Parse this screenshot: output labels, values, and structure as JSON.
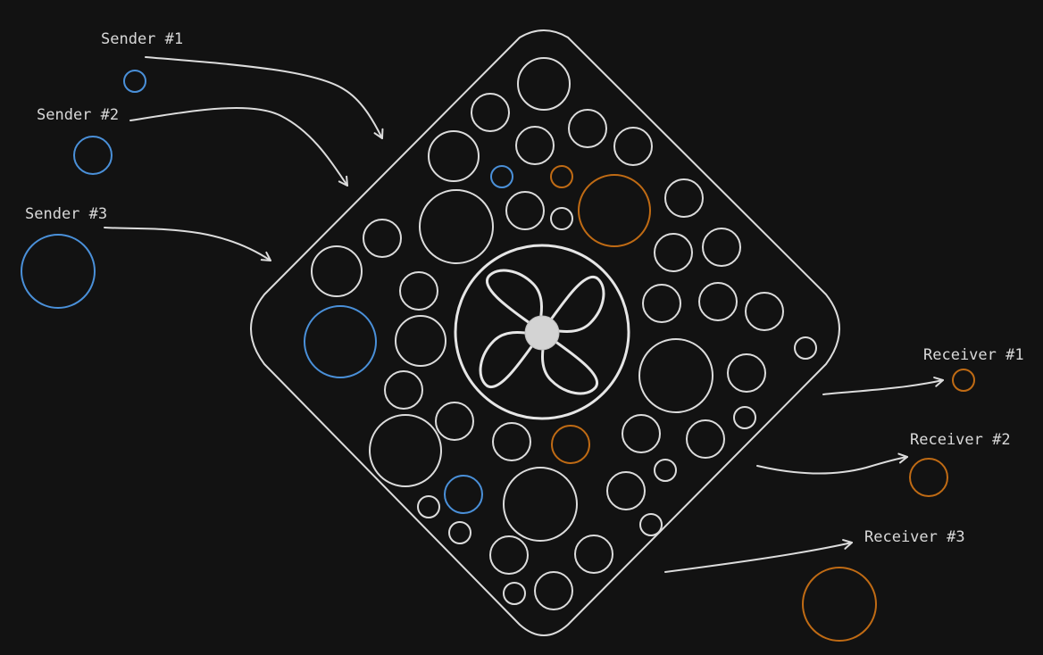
{
  "colors": {
    "background": "#121212",
    "line": "#dcdcdc",
    "sender": "#4a90d9",
    "receiver": "#c06b14",
    "hub": "#d3d3d3"
  },
  "senders": [
    {
      "label": "Sender #1"
    },
    {
      "label": "Sender #2"
    },
    {
      "label": "Sender #3"
    }
  ],
  "receivers": [
    {
      "label": "Receiver #1"
    },
    {
      "label": "Receiver #2"
    },
    {
      "label": "Receiver #3"
    }
  ],
  "hub": {
    "icon": "fan-icon"
  }
}
